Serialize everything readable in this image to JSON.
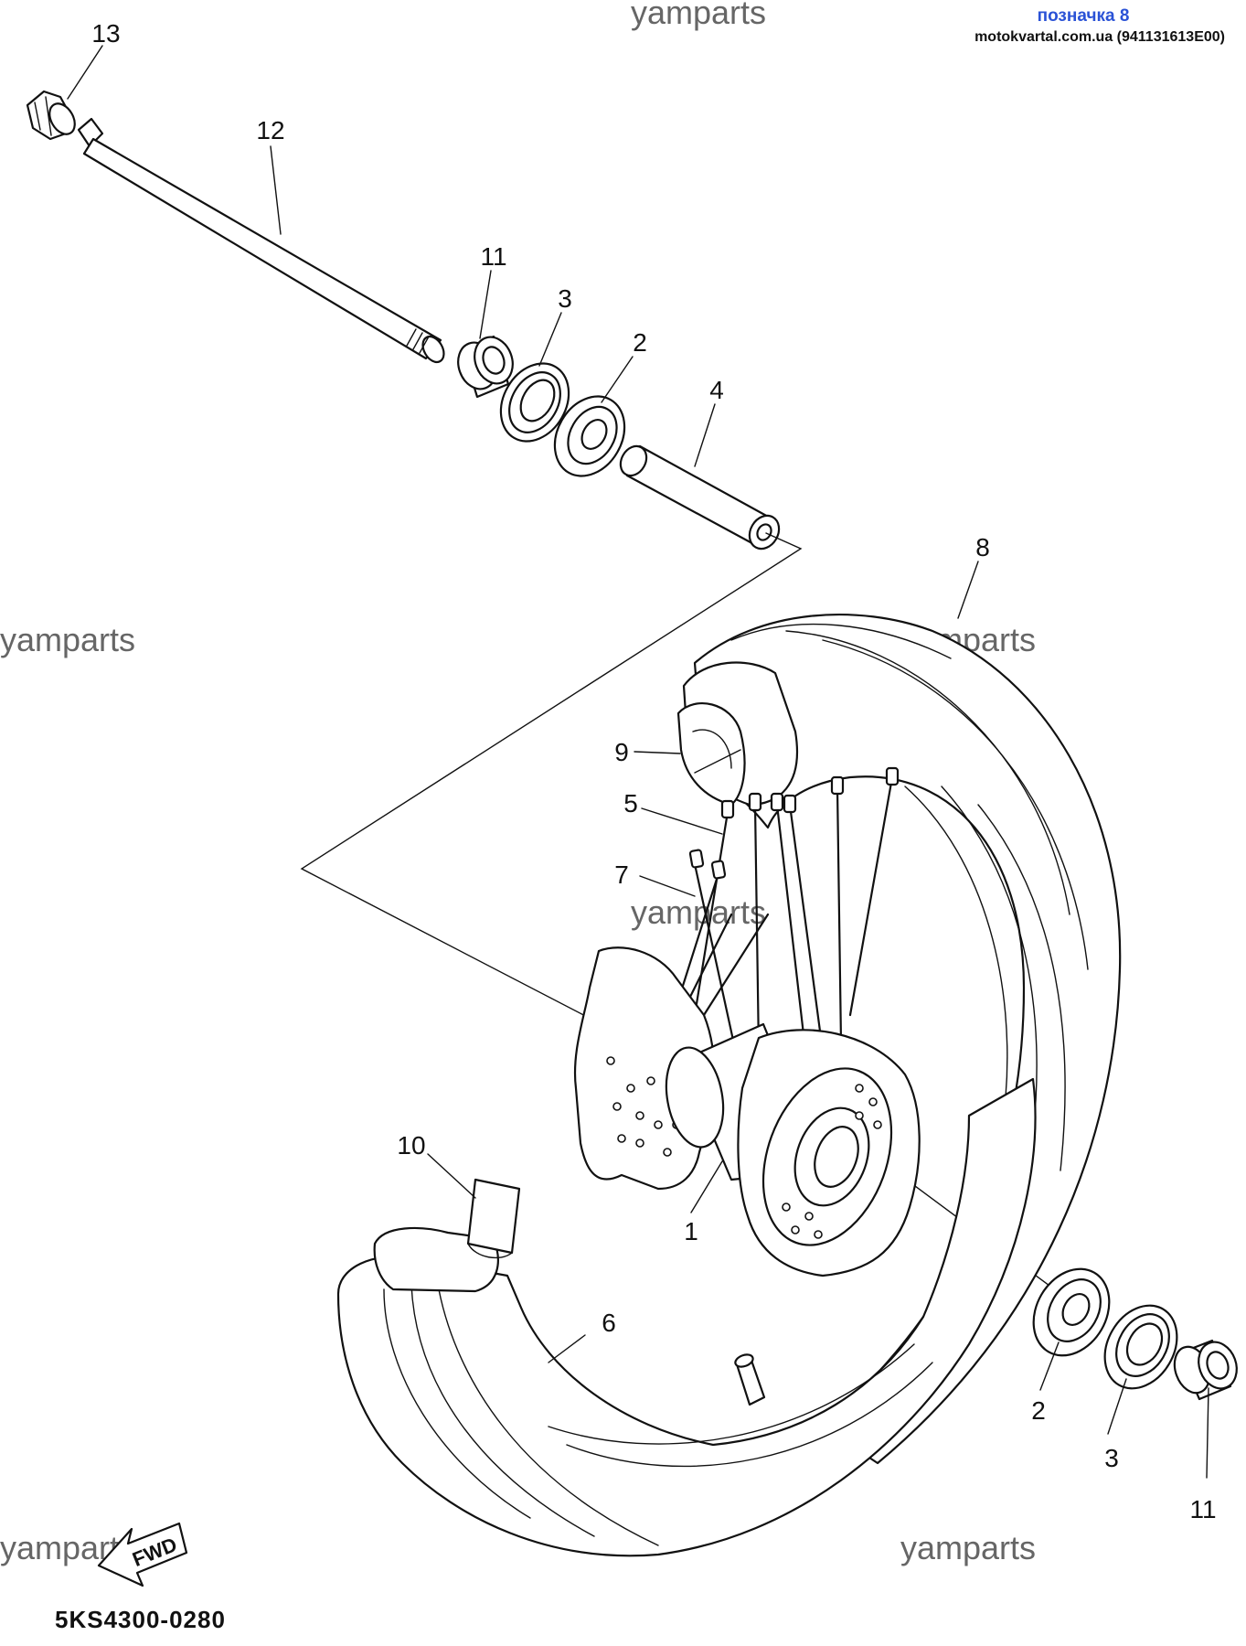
{
  "header": {
    "marker_label": "позначка 8",
    "source_line": "motokvartal.com.ua (941131613E00)"
  },
  "watermark": "yamparts",
  "diagram_code": "5KS4300-0280",
  "fwd_label": "FWD",
  "callouts": [
    {
      "id": "c13",
      "label": "13"
    },
    {
      "id": "c12",
      "label": "12"
    },
    {
      "id": "c11a",
      "label": "11"
    },
    {
      "id": "c3a",
      "label": "3"
    },
    {
      "id": "c2a",
      "label": "2"
    },
    {
      "id": "c4",
      "label": "4"
    },
    {
      "id": "c8",
      "label": "8"
    },
    {
      "id": "c9",
      "label": "9"
    },
    {
      "id": "c5",
      "label": "5"
    },
    {
      "id": "c7",
      "label": "7"
    },
    {
      "id": "c10",
      "label": "10"
    },
    {
      "id": "c1",
      "label": "1"
    },
    {
      "id": "c6",
      "label": "6"
    },
    {
      "id": "c2b",
      "label": "2"
    },
    {
      "id": "c3b",
      "label": "3"
    },
    {
      "id": "c11b",
      "label": "11"
    }
  ]
}
